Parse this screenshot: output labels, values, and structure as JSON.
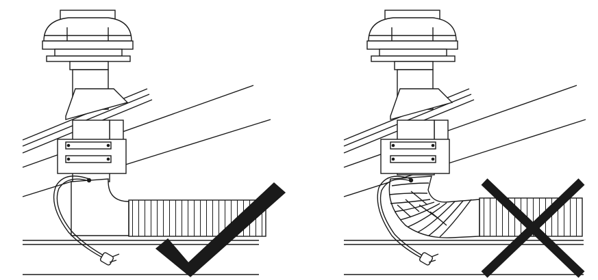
{
  "panels": [
    {
      "id": "correct",
      "verdict": "correct",
      "mark_icon": "check-mark-icon",
      "duct_elbow": "rigid-elbow"
    },
    {
      "id": "incorrect",
      "verdict": "incorrect",
      "mark_icon": "x-mark-icon",
      "duct_elbow": "flexible-bent-duct"
    }
  ],
  "colors": {
    "stroke": "#1a1a1a",
    "mark": "#1a1a1a",
    "background": "#ffffff"
  }
}
